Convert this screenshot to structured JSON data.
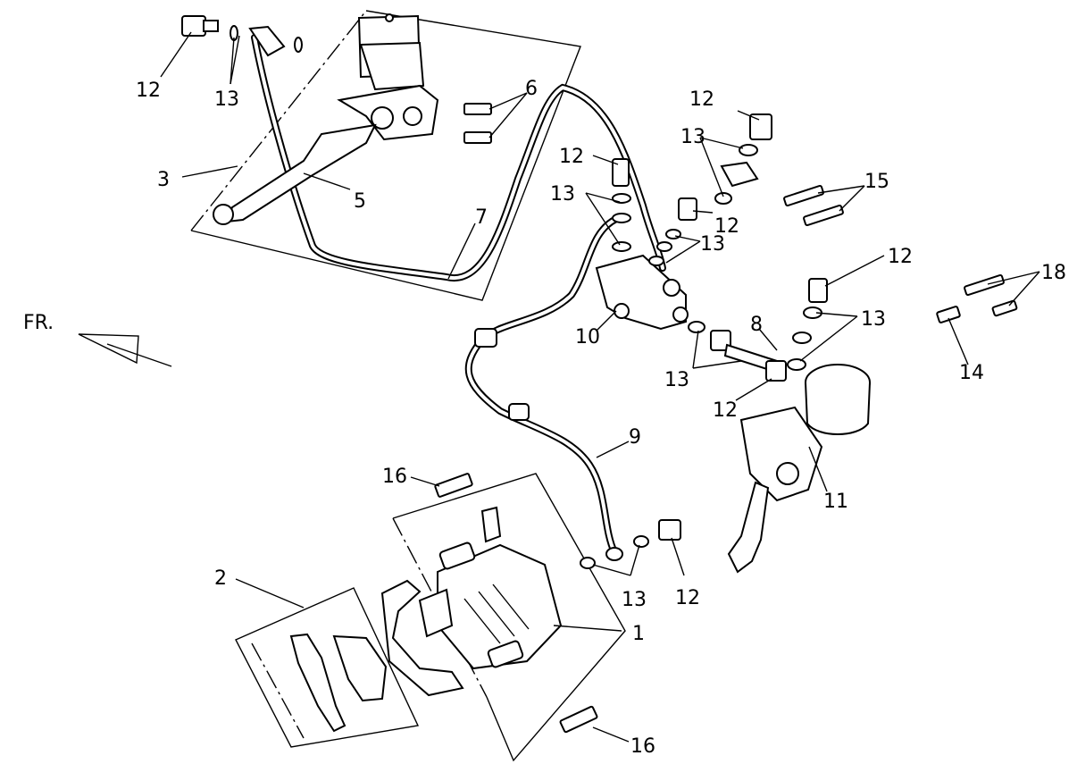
{
  "orientation": {
    "label": "FR."
  },
  "callouts": {
    "l1": "1",
    "l2": "2",
    "l3": "3",
    "l5": "5",
    "l6": "6",
    "l7": "7",
    "l8": "8",
    "l9": "9",
    "l10": "10",
    "l11": "11",
    "l12a": "12",
    "l12b": "12",
    "l12c": "12",
    "l12d": "12",
    "l12e": "12",
    "l12f": "12",
    "l12g": "12",
    "l13a": "13",
    "l13b": "13",
    "l13c": "13",
    "l13d": "13",
    "l13e": "13",
    "l13f": "13",
    "l13g": "13",
    "l14": "14",
    "l15": "15",
    "l16a": "16",
    "l16b": "16",
    "l18": "18"
  }
}
